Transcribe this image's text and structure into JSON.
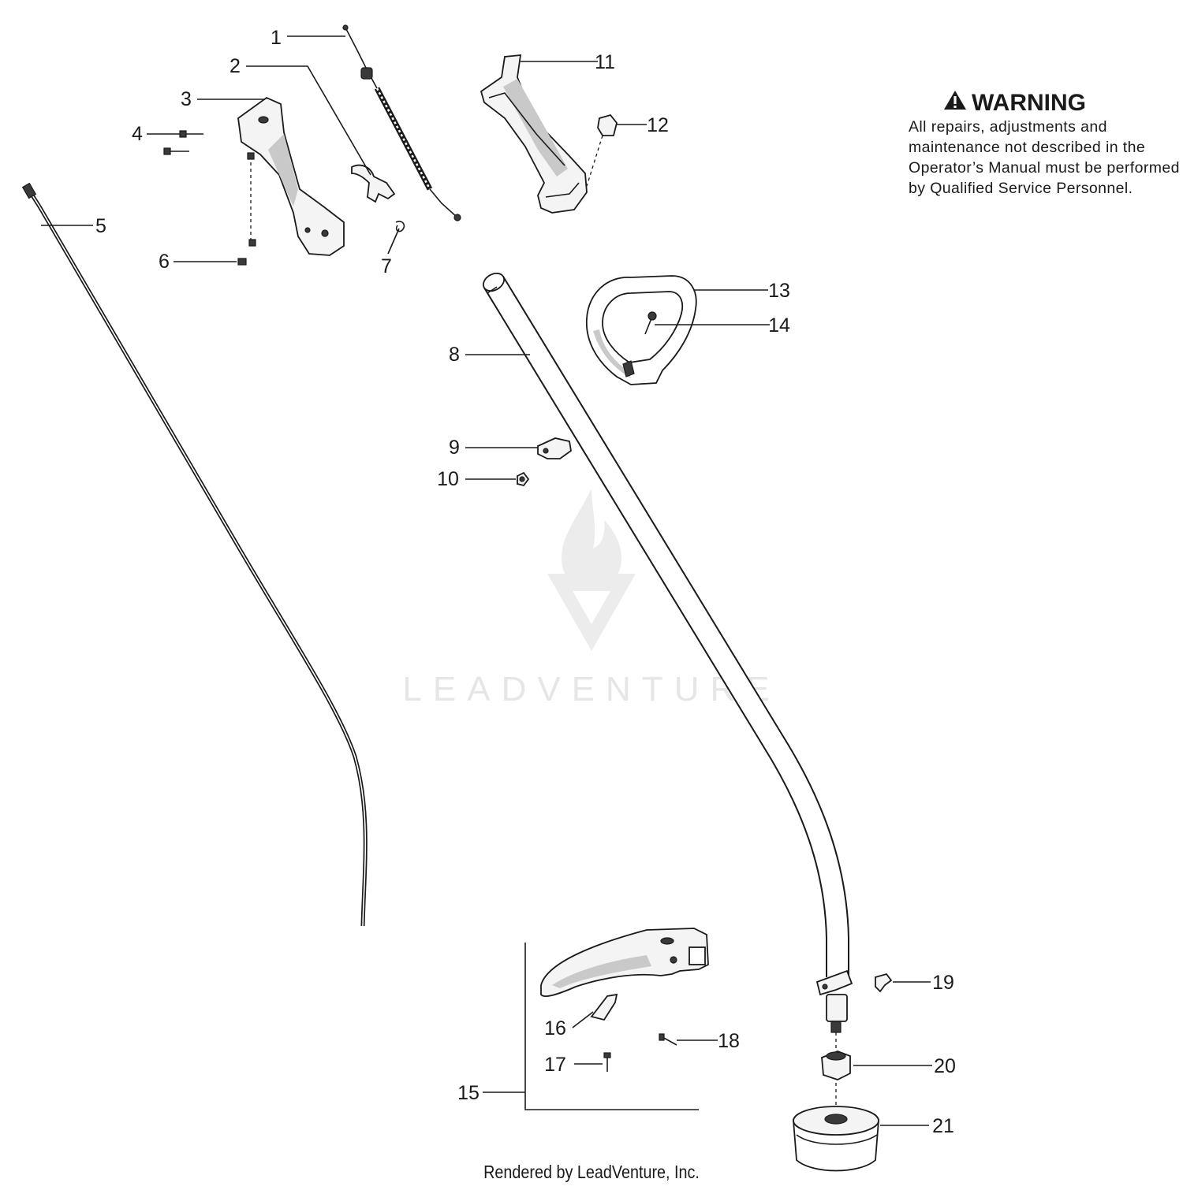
{
  "warning": {
    "title": "WARNING",
    "text": "All repairs, adjustments and maintenance not described in the Operator’s Manual must be performed by Qualified Service Personnel."
  },
  "callouts": [
    "1",
    "2",
    "3",
    "4",
    "5",
    "6",
    "7",
    "8",
    "9",
    "10",
    "11",
    "12",
    "13",
    "14",
    "15",
    "16",
    "17",
    "18",
    "19",
    "20",
    "21"
  ],
  "watermark": "LEADVENTURE",
  "footer": "Rendered by LeadVenture, Inc."
}
